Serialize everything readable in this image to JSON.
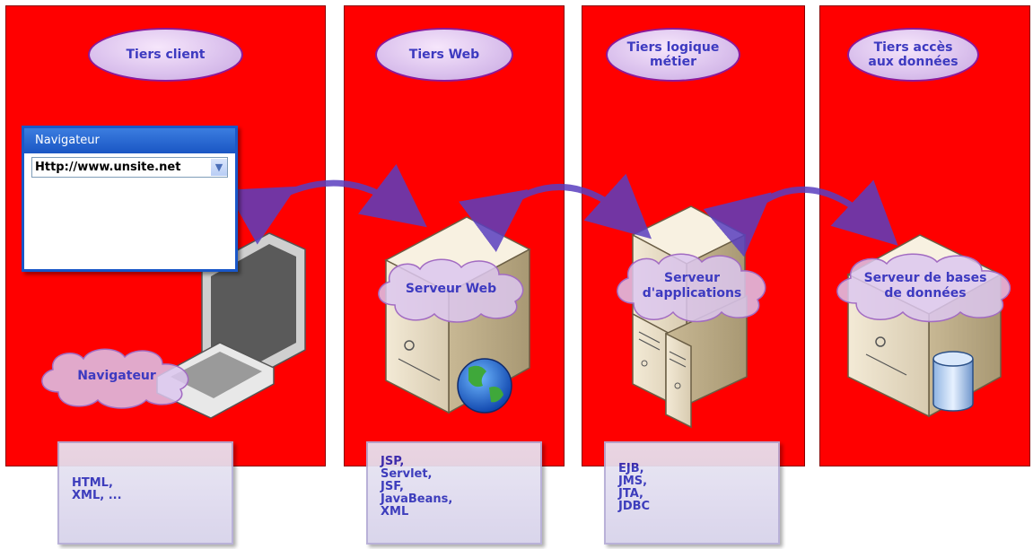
{
  "tiers": [
    {
      "label": "Tiers client"
    },
    {
      "label": "Tiers Web"
    },
    {
      "label": "Tiers logique\nmétier"
    },
    {
      "label": "Tiers accès\naux données"
    }
  ],
  "browser_window": {
    "title": "Navigateur",
    "url": "Http://www.unsite.net"
  },
  "nodes": {
    "client": "Navigateur",
    "web": "Serveur Web",
    "app": "Serveur\nd'applications",
    "db": "Serveur de bases\nde données"
  },
  "technologies": {
    "client": "HTML,\nXML, ...",
    "web": "JSP,\nServlet,\nJSF,\nJavaBeans,\nXML",
    "app": "EJB,\nJMS,\nJTA,\nJDBC"
  },
  "colors": {
    "panel": "#ff0000",
    "arrow": "#5a3fc0",
    "text": "#3d3ac0"
  }
}
